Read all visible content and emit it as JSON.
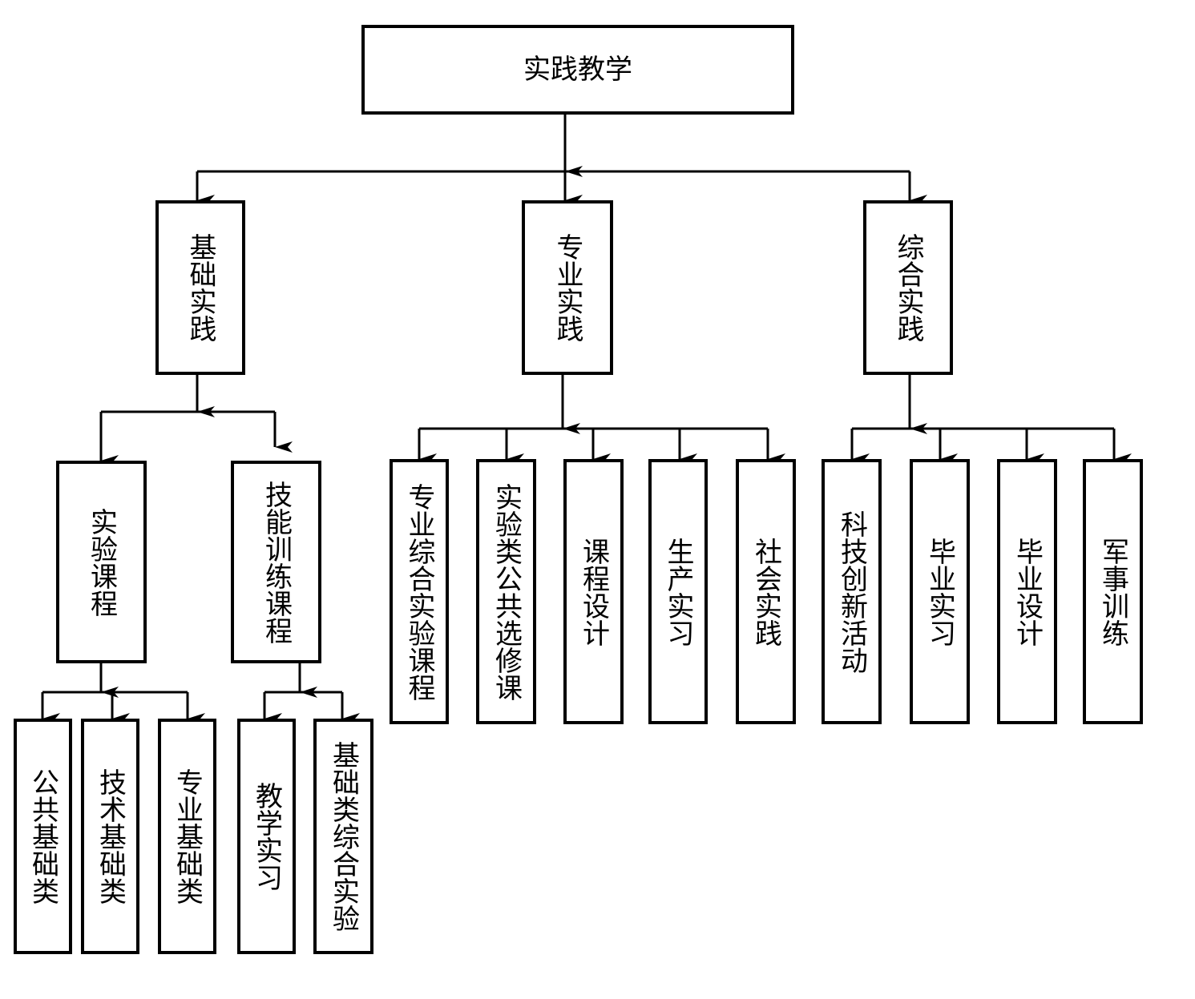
{
  "root": {
    "label": "实践教学"
  },
  "categories": [
    {
      "label": "基础实践"
    },
    {
      "label": "专业实践"
    },
    {
      "label": "综合实践"
    }
  ],
  "basic": {
    "groups": [
      {
        "label": "实验课程"
      },
      {
        "label": "技能训练课程"
      }
    ],
    "experiment_items": [
      {
        "label": "公共基础类"
      },
      {
        "label": "技术基础类"
      },
      {
        "label": "专业基础类"
      }
    ],
    "skill_items": [
      {
        "label": "教学实习"
      },
      {
        "label": "基础类综合实验"
      }
    ]
  },
  "professional_items": [
    {
      "label": "专业综合实验课程"
    },
    {
      "label": "实验类公共选修课"
    },
    {
      "label": "课程设计"
    },
    {
      "label": "生产实习"
    },
    {
      "label": "社会实践"
    }
  ],
  "comprehensive_items": [
    {
      "label": "科技创新活动"
    },
    {
      "label": "毕业实习"
    },
    {
      "label": "毕业设计"
    },
    {
      "label": "军事训练"
    }
  ]
}
